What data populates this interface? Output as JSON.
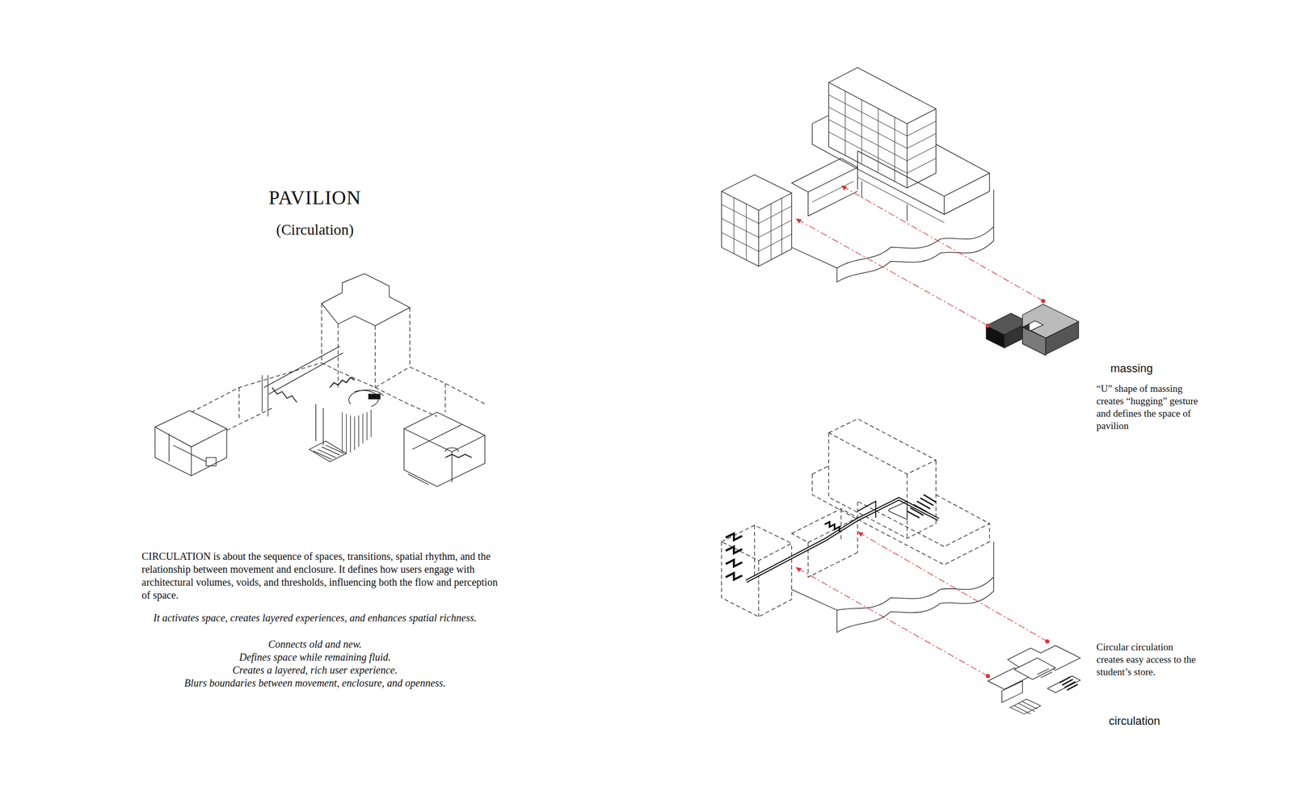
{
  "diagram": {
    "title": "PAVILION",
    "labels": [
      "(Circulation)",
      "CIRCULATION is about the sequence of spaces, transitions, spatial rhythm, and the relationship between movement and enclosure. It defines how users engage with architectural volumes, voids, and thresholds, influencing both the flow and perception of space.",
      "It activates space, creates layered experiences, and enhances spatial richness.",
      "Connects old and new.",
      "Defines space while remaining fluid.",
      "Creates a layered, rich user experience.",
      "Blurs boundaries between movement, enclosure, and openness.",
      "massing",
      "“U” shape of massing creates “hugging” gesture and defines the space of pavilion",
      "Circular circulation creates easy access to the student’s store.",
      "circulation"
    ]
  }
}
